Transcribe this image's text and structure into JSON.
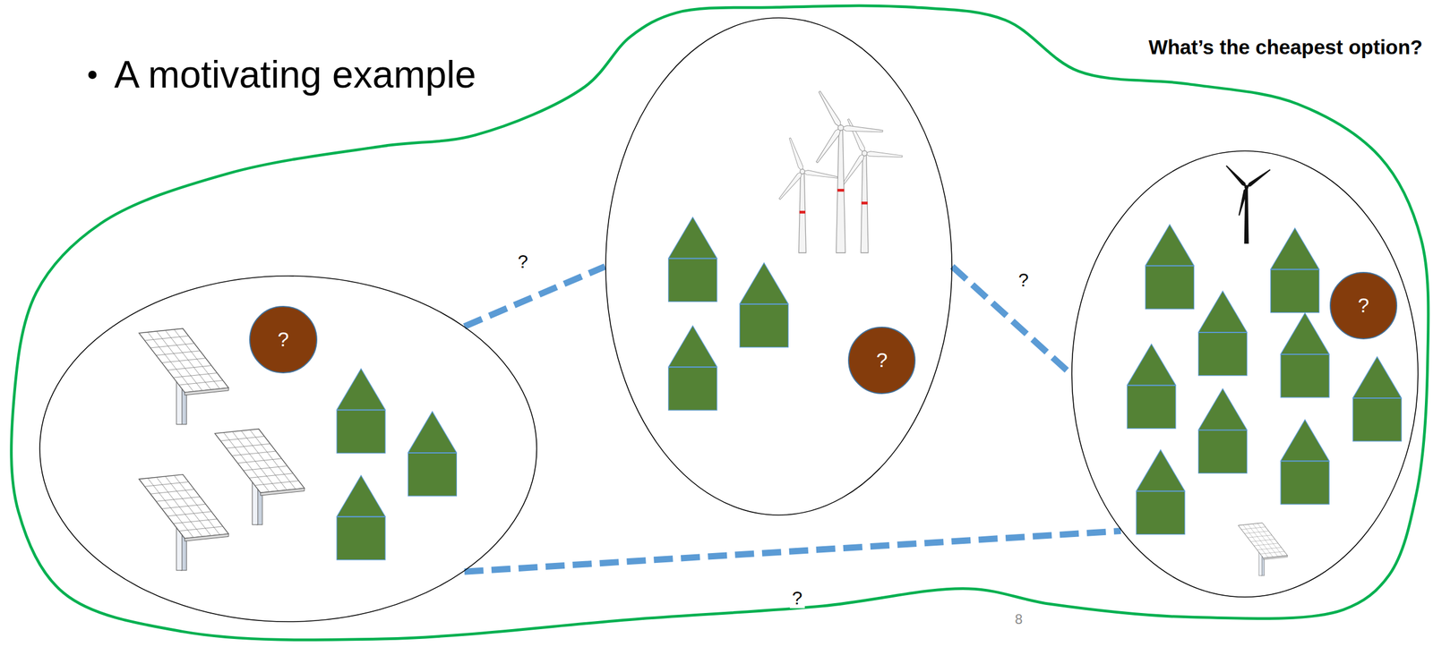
{
  "diagram": {
    "title": "A motivating example",
    "nodes": [
      {
        "text": []
      },
      {
        "text": [],
        "in": 0
      },
      {
        "text": [
          "?"
        ],
        "in": 1
      },
      {
        "text": [],
        "in": 0
      },
      {
        "text": [
          "?"
        ],
        "in": 3
      },
      {
        "text": [],
        "in": 0
      },
      {
        "text": [
          "?"
        ],
        "in": 5
      }
    ],
    "edges": [
      {
        "from": 1,
        "to": 3,
        "arrow": "none",
        "label": "?"
      },
      {
        "from": 3,
        "to": 5,
        "arrow": "none",
        "label": "?"
      },
      {
        "from": 1,
        "to": 5,
        "arrow": "none",
        "label": "?"
      }
    ],
    "labels": [
      "What’s the cheapest option?",
      "8"
    ]
  }
}
